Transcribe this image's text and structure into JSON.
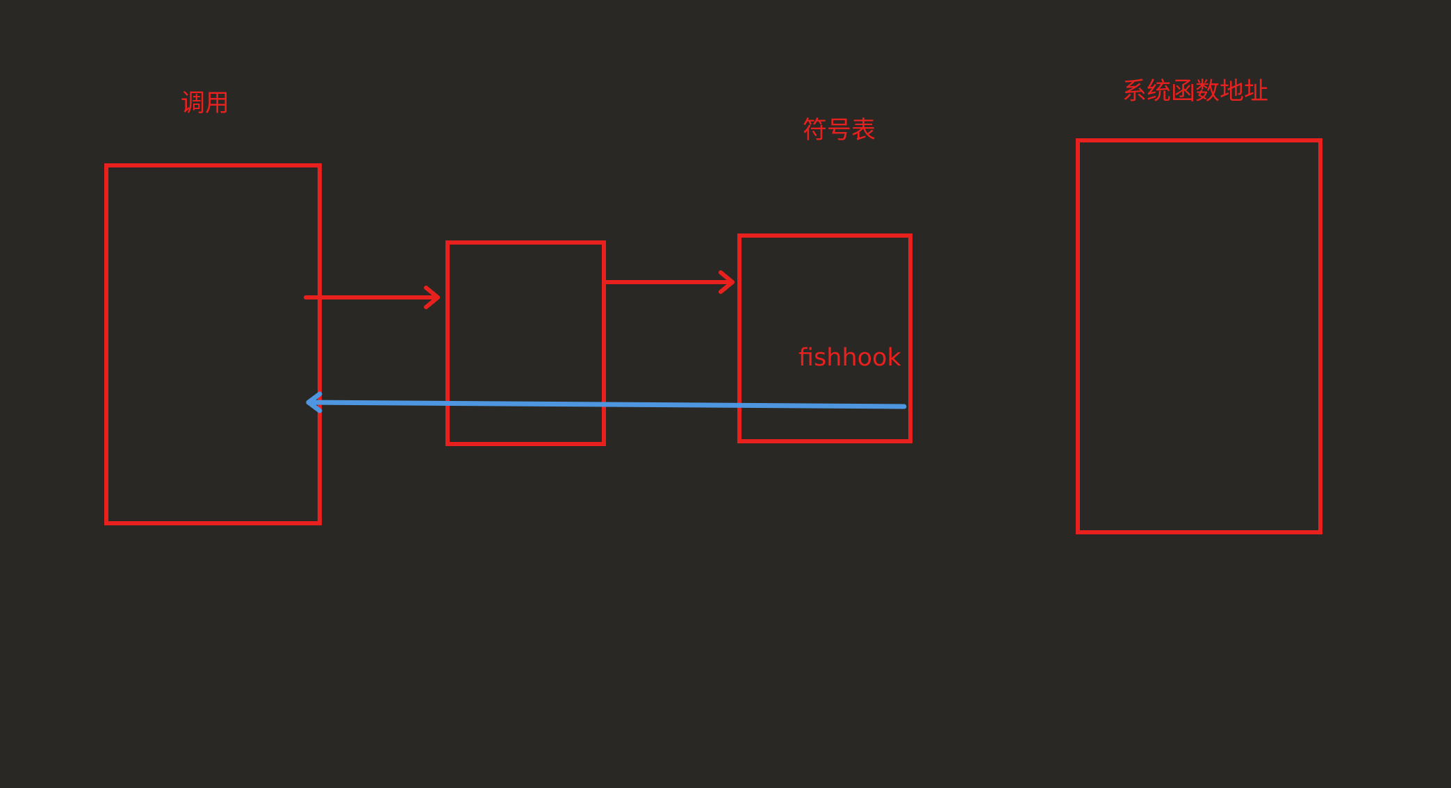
{
  "labels": {
    "call": "调用",
    "symbol_table": "符号表",
    "system_function_address": "系统函数地址",
    "fishhook": "fishhook"
  },
  "colors": {
    "background": "#292824",
    "box_stroke": "#e8211f",
    "red_arrow": "#e8211f",
    "blue_arrow": "#4f96e0",
    "text": "#e8211f"
  }
}
